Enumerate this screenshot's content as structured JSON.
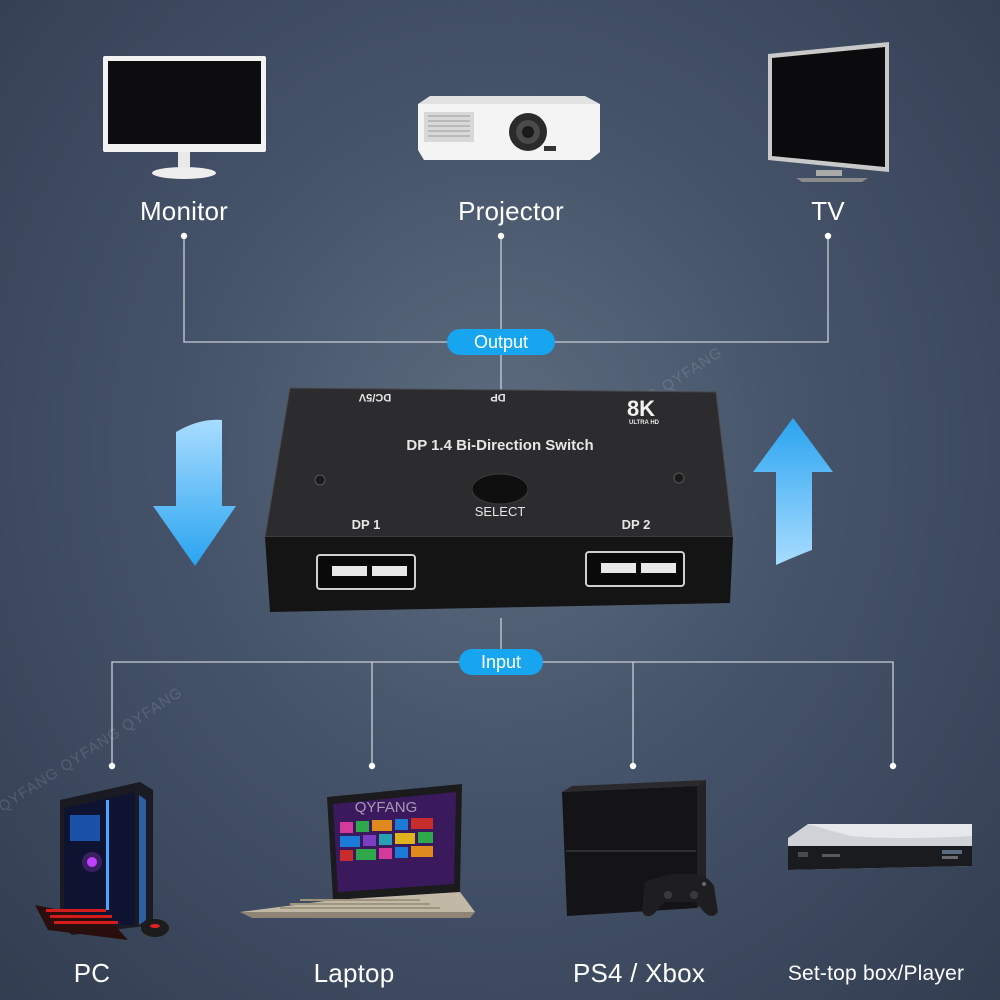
{
  "outputs": [
    {
      "label": "Monitor",
      "icon": "monitor-icon"
    },
    {
      "label": "Projector",
      "icon": "projector-icon"
    },
    {
      "label": "TV",
      "icon": "tv-icon"
    }
  ],
  "inputs": [
    {
      "label": "PC",
      "icon": "pc-tower-icon"
    },
    {
      "label": "Laptop",
      "icon": "laptop-icon"
    },
    {
      "label": "PS4 / Xbox",
      "icon": "game-console-icon"
    },
    {
      "label": "Set-top box/Player",
      "icon": "set-top-box-icon"
    }
  ],
  "output_pill": "Output",
  "input_pill": "Input",
  "device": {
    "name": "DP 1.4 Bi-Direction Switch",
    "badge": "8K",
    "badge_sub": "ULTRA HD",
    "top_ports": [
      "DC/5V",
      "DP"
    ],
    "button_label": "SELECT",
    "port_left": "DP 1",
    "port_right": "DP 2"
  },
  "laptop_screen_text": "QYFANG",
  "watermark": "QYFANG QYFANG QYFANG",
  "colors": {
    "accent": "#17a5f0",
    "arrow": "#3fb4f4",
    "line": "#c8ced6"
  }
}
